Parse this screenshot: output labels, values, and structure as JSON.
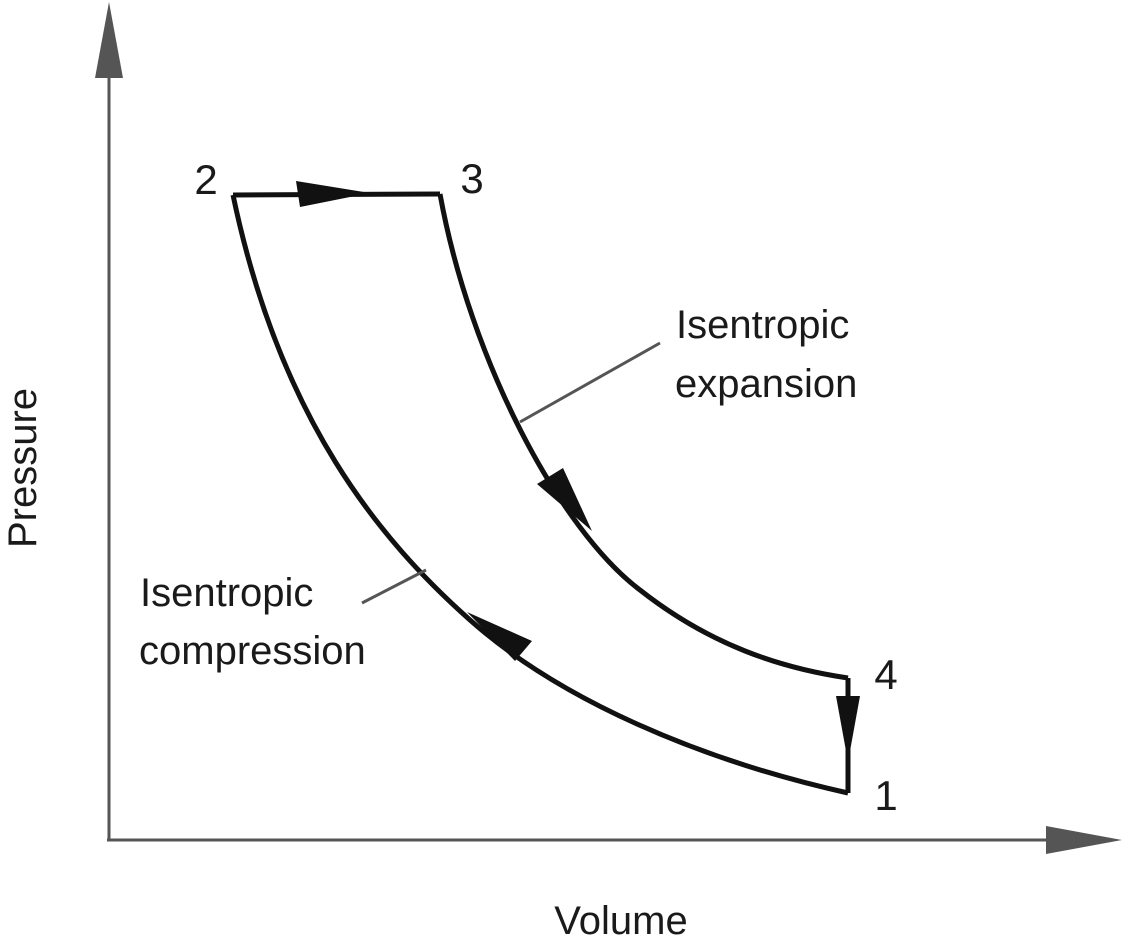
{
  "axes": {
    "x_label": "Volume",
    "y_label": "Pressure"
  },
  "points": {
    "p1": "1",
    "p2": "2",
    "p3": "3",
    "p4": "4"
  },
  "annotations": {
    "expansion_line1": "Isentropic",
    "expansion_line2": "expansion",
    "compression_line1": "Isentropic",
    "compression_line2": "compression"
  },
  "process_order": [
    "1",
    "2",
    "3",
    "4",
    "1"
  ],
  "colors": {
    "cycle_stroke": "#111111",
    "axis_stroke": "#555555",
    "text": "#1a1a1a"
  }
}
